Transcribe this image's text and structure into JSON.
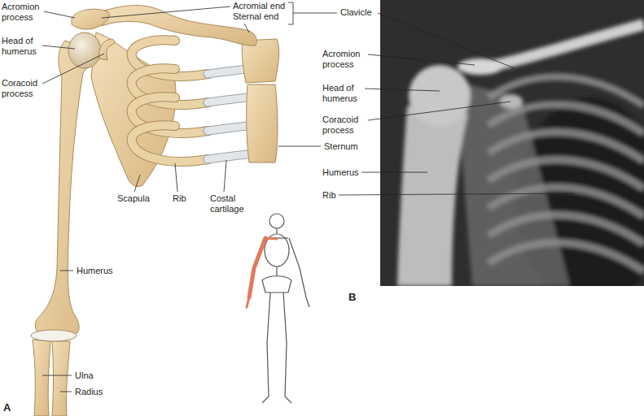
{
  "diagram": {
    "labels": [
      "Acromion process",
      "Acromial end",
      "Sternal end",
      "Clavicle",
      "Head of humerus",
      "Acromion process",
      "Coracoid process",
      "Head of humerus",
      "Coracoid process",
      "Sternum",
      "Humerus",
      "Rib",
      "Scapula",
      "Rib",
      "Costal cartilage",
      "Humerus",
      "B",
      "Ulna",
      "Radius",
      "A"
    ]
  }
}
